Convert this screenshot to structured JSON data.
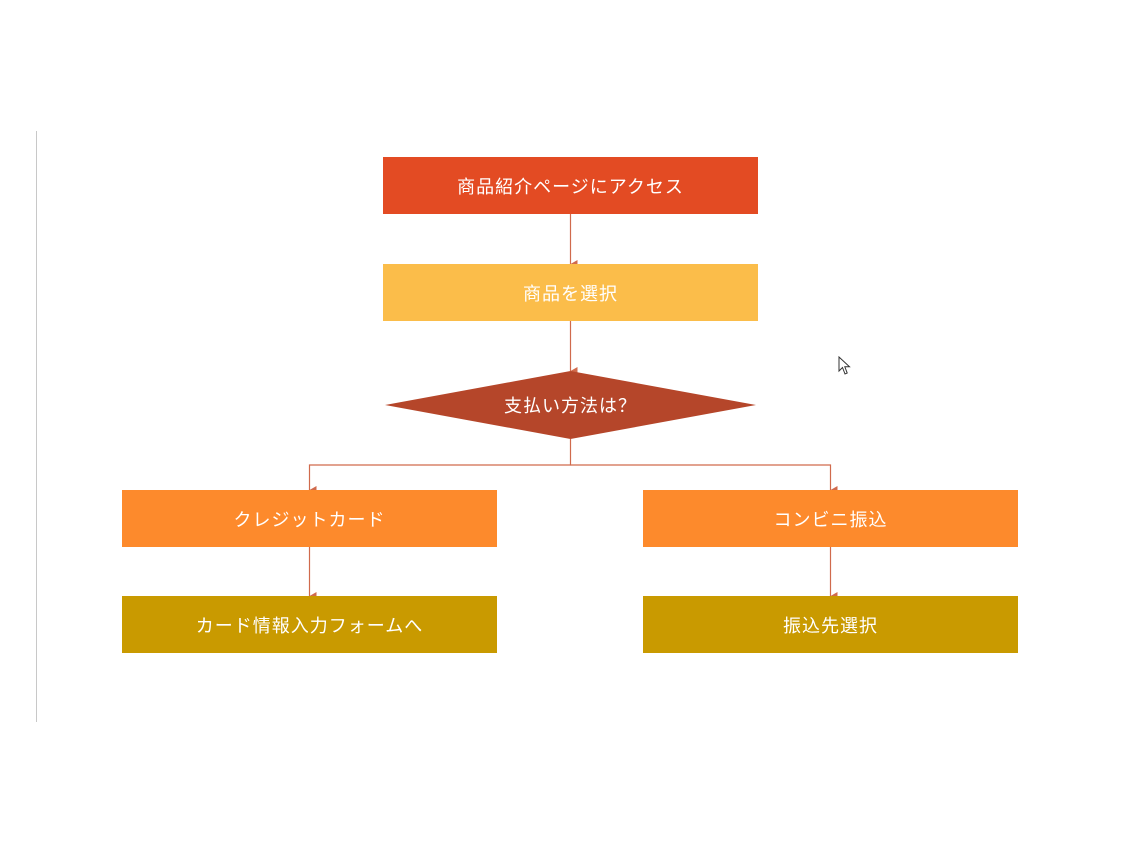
{
  "colors": {
    "access": "#e34b23",
    "select": "#fbbd4a",
    "decision": "#b5462a",
    "payment_option": "#fd8a2c",
    "next_step": "#c99a00",
    "connector": "#d06a4c"
  },
  "flowchart": {
    "start": {
      "label": "商品紹介ページにアクセス"
    },
    "select": {
      "label": "商品を選択"
    },
    "decision": {
      "label": "支払い方法は？"
    },
    "branches": [
      {
        "option": {
          "label": "クレジットカード"
        },
        "next": {
          "label": "カード情報入力フォームへ"
        }
      },
      {
        "option": {
          "label": "コンビニ振込"
        },
        "next": {
          "label": "振込先選択"
        }
      }
    ]
  },
  "cursor": {
    "icon": "arrow-cursor-icon"
  }
}
